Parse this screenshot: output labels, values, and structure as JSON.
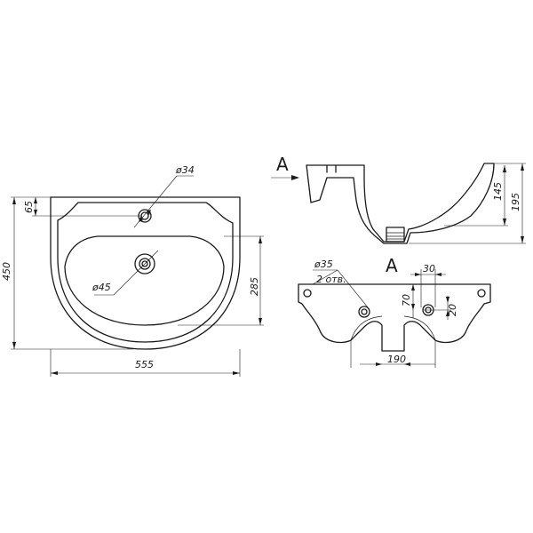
{
  "plan_view": {
    "dim_width": "555",
    "dim_height": "450",
    "dim_bowl_depth": "285",
    "dim_rim": "65",
    "tap_hole_dia": "ø34",
    "drain_dia": "ø45"
  },
  "side_view": {
    "view_marker": "A",
    "dim_height": "195",
    "dim_inner": "145"
  },
  "back_view": {
    "view_marker": "A",
    "hole_dia": "ø35",
    "hole_count": "2 отв.",
    "dim_spacing": "30",
    "dim_70": "70",
    "dim_20": "20",
    "dim_190": "190"
  }
}
